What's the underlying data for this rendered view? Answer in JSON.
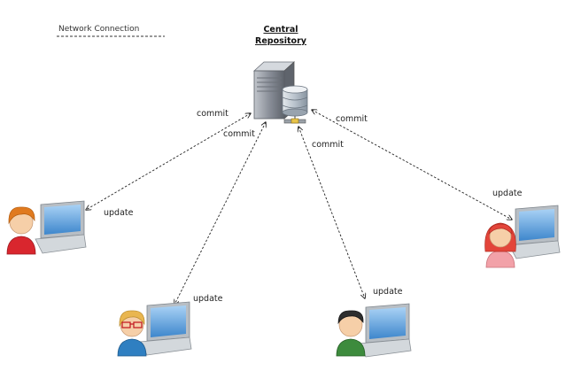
{
  "legend": {
    "label": "Network Connection"
  },
  "repository": {
    "line1": "Central",
    "line2": "Repository"
  },
  "edge_labels": {
    "commit_1": "commit",
    "commit_2": "commit",
    "commit_3": "commit",
    "commit_4": "commit",
    "update_1": "update",
    "update_2": "update",
    "update_3": "update",
    "update_4": "update"
  },
  "colors": {
    "server": "#8a8f99",
    "database": "#b8c2cc",
    "screen": "#5b9bd5",
    "laptop_body": "#c9ced3",
    "shirt_red": "#d9262e",
    "shirt_blue": "#2f7fc1",
    "shirt_green": "#3d8b3d",
    "shirt_pink": "#f2a1a8",
    "hair_orange": "#e07a1f",
    "hair_blonde": "#e9b650",
    "hair_dark": "#2e2e2e",
    "hair_red": "#e3453a"
  }
}
